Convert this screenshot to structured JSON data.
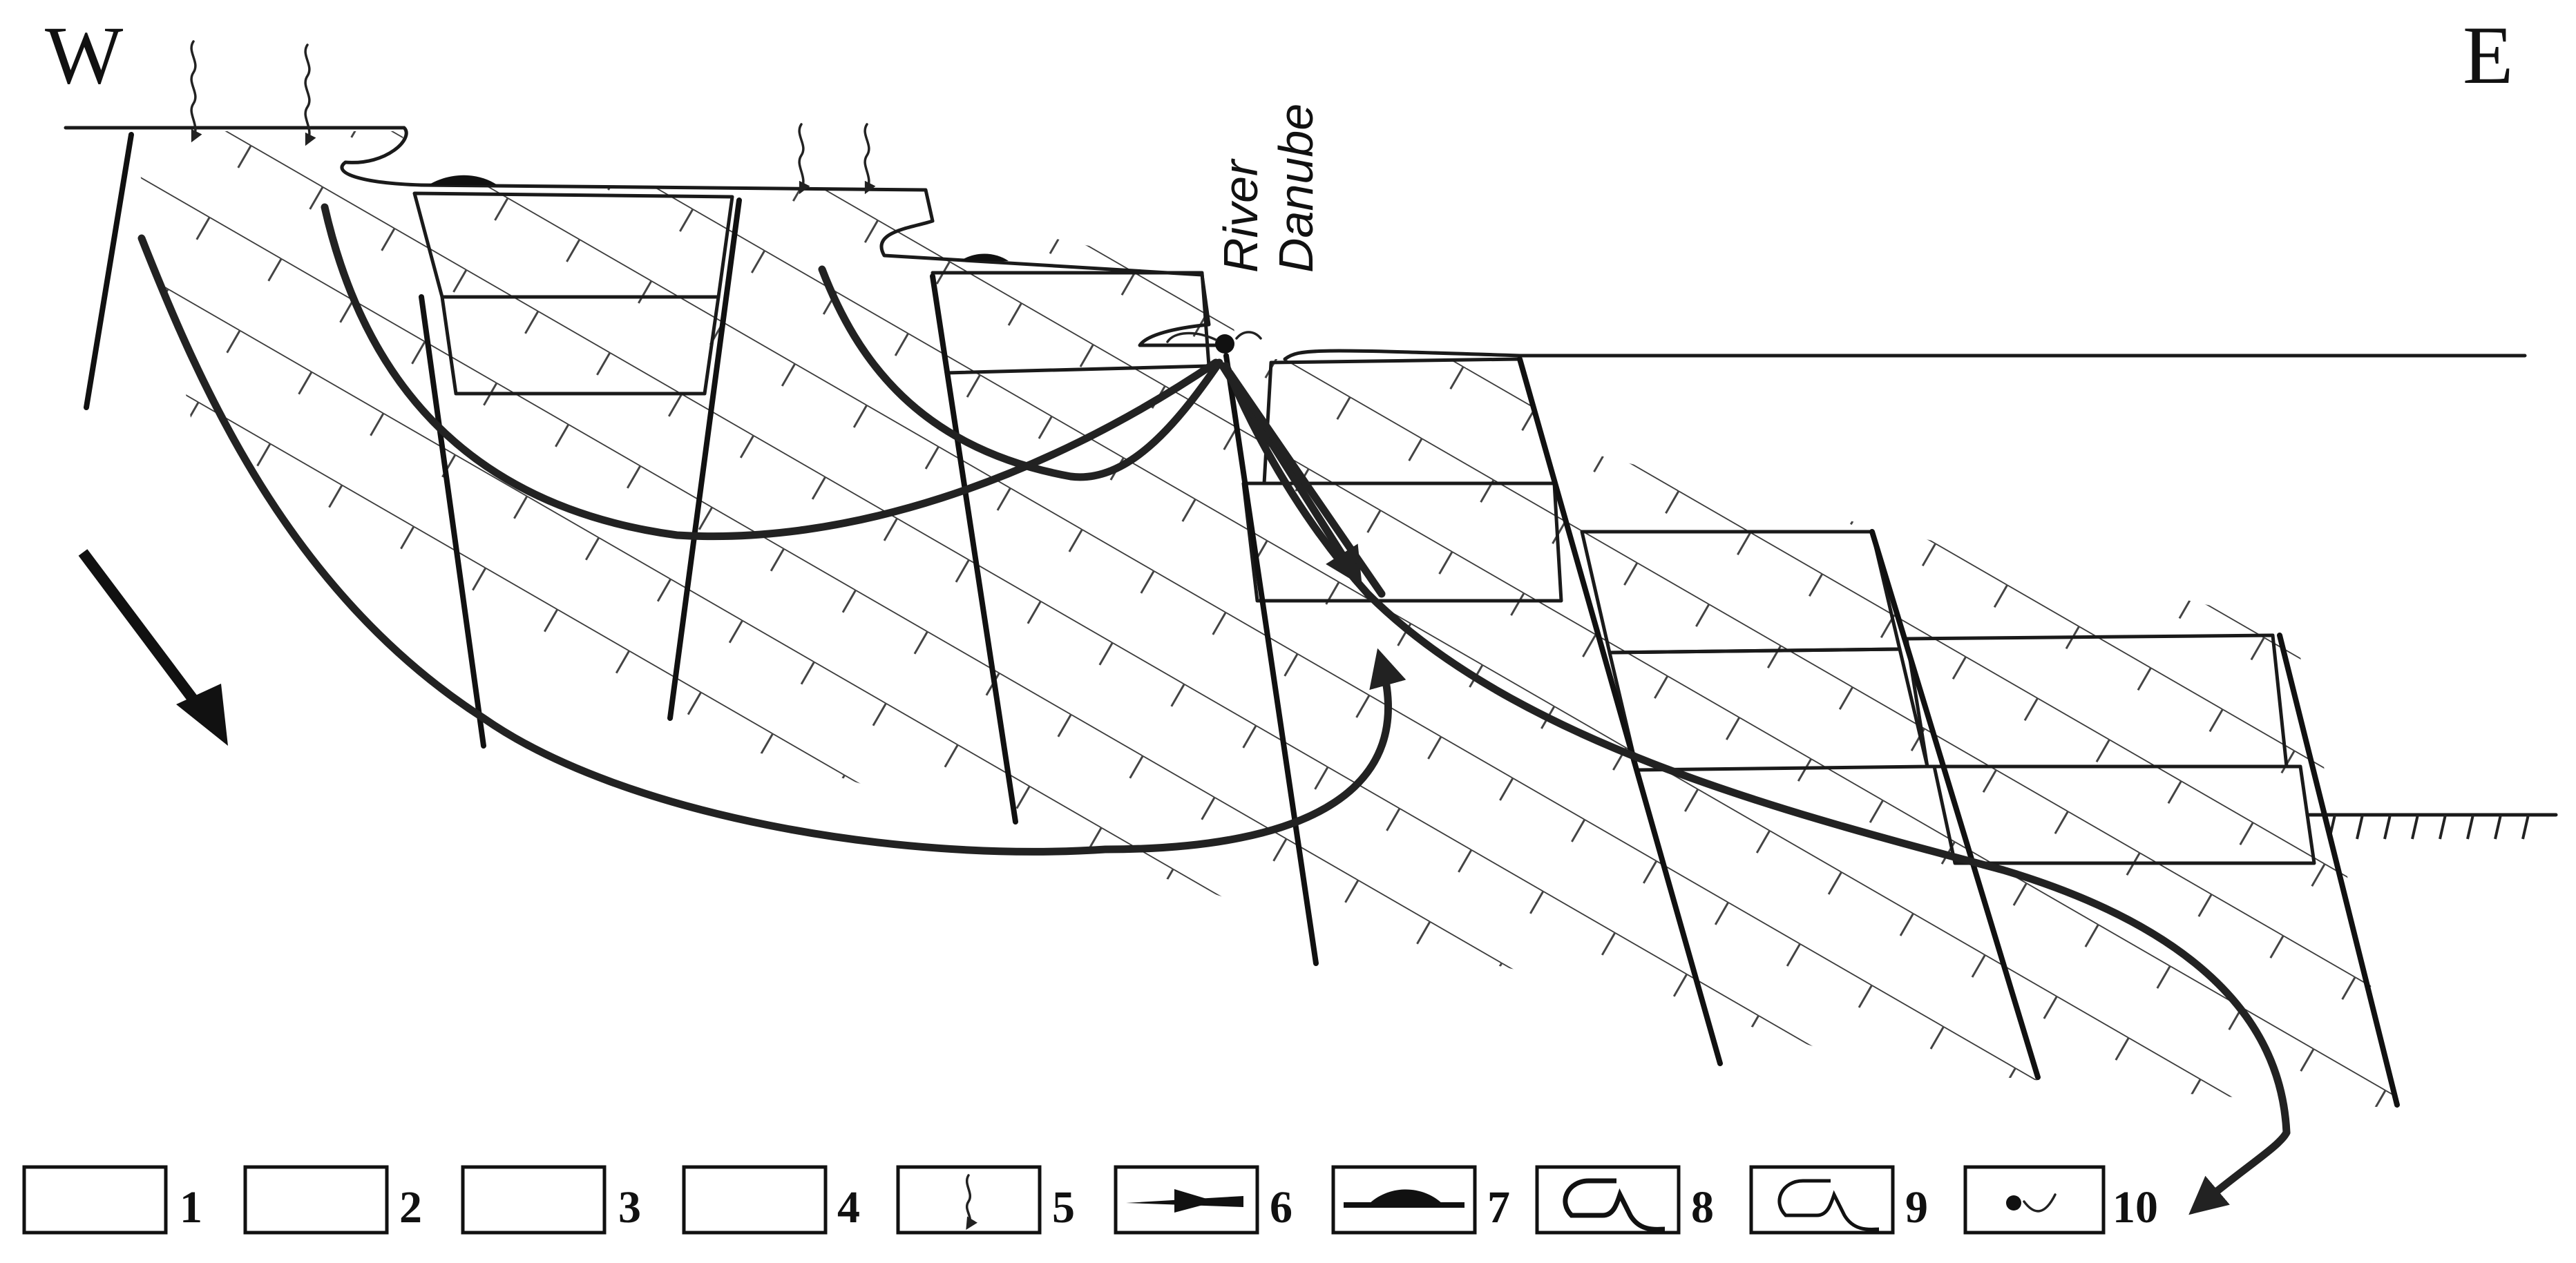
{
  "orientation": {
    "west": "W",
    "east": "E"
  },
  "river": {
    "line1": "River",
    "line2": "Danube"
  },
  "legend": [
    {
      "id": "1",
      "number": "1",
      "pattern": "diagonal-strata"
    },
    {
      "id": "2",
      "number": "2",
      "pattern": "limestone-brick"
    },
    {
      "id": "3",
      "number": "3",
      "pattern": "hatched"
    },
    {
      "id": "4",
      "number": "4",
      "pattern": "blank"
    },
    {
      "id": "5",
      "number": "5",
      "pattern": "wavy-arrow"
    },
    {
      "id": "6",
      "number": "6",
      "pattern": "flow-arrow"
    },
    {
      "id": "7",
      "number": "7",
      "pattern": "deposit-mound"
    },
    {
      "id": "8",
      "number": "8",
      "pattern": "cave-symbol"
    },
    {
      "id": "9",
      "number": "9",
      "pattern": "cave-symbol-open"
    },
    {
      "id": "10",
      "number": "10",
      "pattern": "spring"
    }
  ],
  "colors": {
    "ink": "#1a1a1a",
    "paper": "#ffffff"
  }
}
